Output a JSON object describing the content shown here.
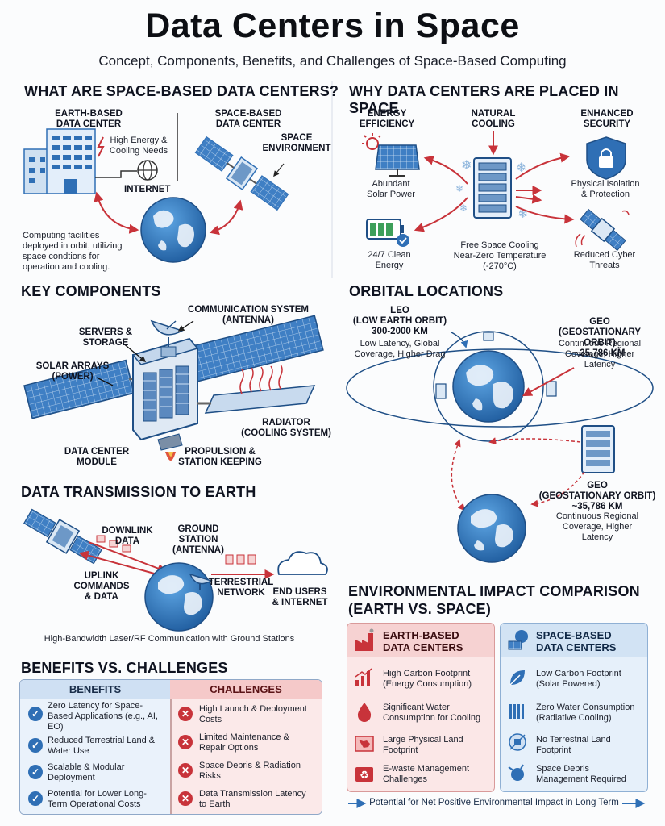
{
  "header": {
    "title": "Data Centers in Space",
    "subtitle": "Concept, Components, Benefits, and Challenges of Space-Based Computing"
  },
  "what": {
    "heading": "WHAT ARE SPACE-BASED DATA CENTERS?",
    "earth_label": "EARTH-BASED\nDATA CENTER",
    "energy_note": "High Energy &\nCooling Needs",
    "internet": "INTERNET",
    "space_label": "SPACE-BASED\nDATA CENTER",
    "space_env": "SPACE\nENVIRONMENT",
    "description": "Computing facilities\ndeployed in orbit, utilizing\nspace condtions for\noperation and cooling."
  },
  "why": {
    "heading": "WHY DATA CENTERS ARE PLACED IN SPACE",
    "energy_title": "ENERGY\nEFFICIENCY",
    "cooling_title": "NATURAL\nCOOLING",
    "security_title": "ENHANCED\nSECURITY",
    "solar": "Abundant\nSolar Power",
    "isolation": "Physical Isolation\n& Protection",
    "clean": "24/7 Clean\nEnergy",
    "cooling_desc": "Free Space Cooling\nNear-Zero Temperature\n(-270°C)",
    "cyber": "Reduced Cyber\nThreats"
  },
  "components": {
    "heading": "KEY COMPONENTS",
    "comm": "COMMUNICATION SYSTEM\n(ANTENNA)",
    "servers": "SERVERS &\nSTORAGE",
    "solar": "SOLAR ARRAYS\n(POWER)",
    "radiator": "RADIATOR\n(COOLING SYSTEM)",
    "module": "DATA CENTER\nMODULE",
    "propulsion": "PROPULSION &\nSTATION KEEPING"
  },
  "orbital": {
    "heading": "ORBITAL LOCATIONS",
    "leo_title": "LEO\n(LOW EARTH ORBIT)\n300-2000 KM",
    "leo_desc": "Low Latency, Global\nCoverage, Higher Drag",
    "geo_title": "GEO\n(GEOSTATIONARY ORBIT)\n~35,786 KM",
    "geo_desc": "Continuous Regional\nCoverage, Higher\nLatency",
    "geo2_title": "GEO\n(GEOSTATIONARY ORBIT)\n~35,786 KM",
    "geo2_desc": "Continuous Regional\nCoverage, Higher\nLatency"
  },
  "transmission": {
    "heading": "DATA TRANSMISSION TO EARTH",
    "downlink": "DOWNLINK\nDATA",
    "ground": "GROUND\nSTATION\n(ANTENNA)",
    "uplink": "UPLINK\nCOMMANDS\n& DATA",
    "terrestrial": "TERRESTRIAL\nNETWORK",
    "end_users": "END USERS\n& INTERNET",
    "caption": "High-Bandwidth Laser/RF Communication with Ground Stations"
  },
  "benefits_challenges": {
    "heading": "BENEFITS VS. CHALLENGES",
    "benefits_header": "BENEFITS",
    "challenges_header": "CHALLENGES",
    "benefits": [
      "Zero Latency for Space-\nBased Applications (e.g., AI,\nEO)",
      "Reduced Terrestrial Land &\nWater Use",
      "Scalable & Modular\nDeployment",
      "Potential for Lower Long-\nTerm Operational Costs"
    ],
    "challenges": [
      "High Launch & Deployment\nCosts",
      "Limited Maintenance &\nRepair Options",
      "Space Debris & Radiation\nRisks",
      "Data Transmission Latency\nto Earth"
    ],
    "check_glyph": "✓",
    "cross_glyph": "✕"
  },
  "environment": {
    "heading": "ENVIRONMENTAL IMPACT COMPARISON\n(EARTH VS. SPACE)",
    "earth_title": "EARTH-BASED\nDATA CENTERS",
    "space_title": "SPACE-BASED\nDATA CENTERS",
    "earth_items": [
      "High Carbon Footprint\n(Energy Consumption)",
      "Significant Water\nConsumption for Cooling",
      "Large Physical Land\nFootprint",
      "E-waste Management\nChallenges"
    ],
    "space_items": [
      "Low Carbon Footprint\n(Solar Powered)",
      "Zero Water Consumption\n(Radiative Cooling)",
      "No Terrestrial Land\nFootprint",
      "Space Debris\nManagement Required"
    ],
    "footer": "Potential for Net Positive Environmental Impact in Long Term"
  },
  "colors": {
    "accent_blue": "#2f6fb5",
    "accent_red": "#c8333a",
    "earth_panel": "#fbe7e7",
    "space_panel": "#e6f0fa"
  }
}
